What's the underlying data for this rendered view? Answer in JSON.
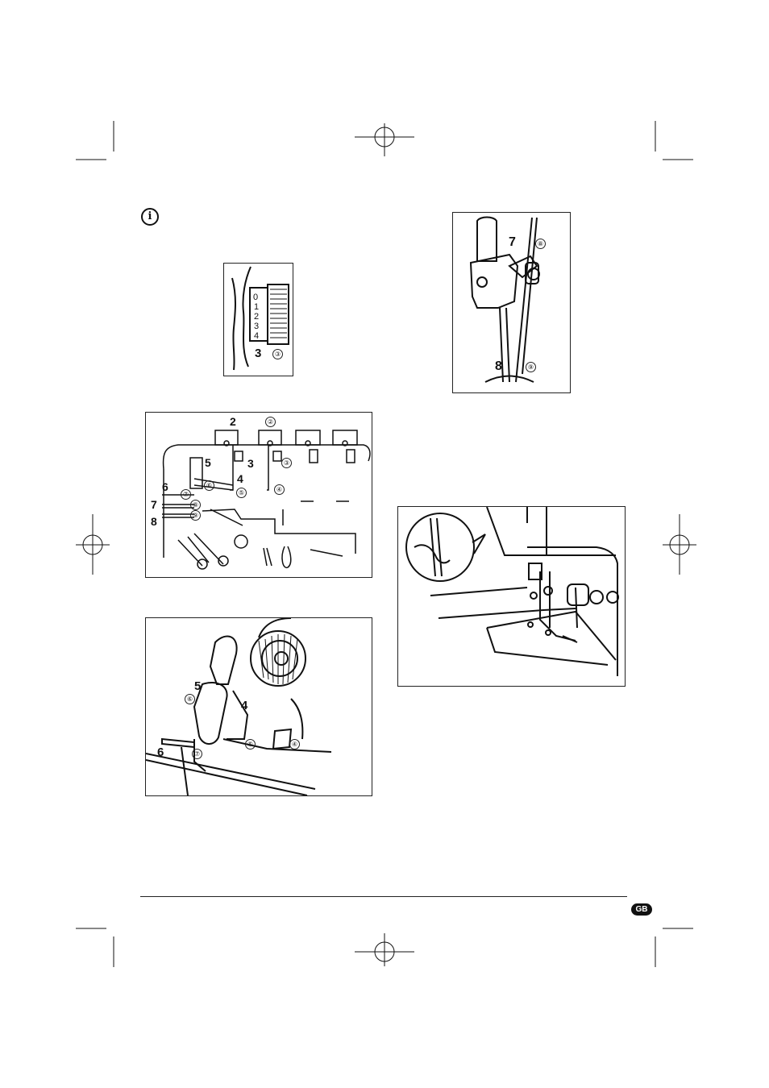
{
  "page": {
    "info_icon": "info-icon",
    "lang_badge": "GB"
  },
  "fig_dial": {
    "numbers": [
      "0",
      "1",
      "2",
      "3",
      "4"
    ],
    "callout_num": "3",
    "callout_circ": "③"
  },
  "fig_diagram": {
    "labels": {
      "n2": "2",
      "c2": "②",
      "n3": "3",
      "c3": "③",
      "n4": "4",
      "c4": "④",
      "n5": "5",
      "c5": "⑤",
      "n5b": "5",
      "c6": "⑥",
      "n6": "6",
      "c7": "⑦",
      "n7": "7",
      "c8": "⑧",
      "n8": "8",
      "c9": "⑨"
    }
  },
  "fig_needle": {
    "labels": {
      "n7": "7",
      "c8": "⑧",
      "n8": "8",
      "c9": "⑨"
    }
  },
  "fig_lower": {
    "labels": {
      "n5": "5",
      "c6": "⑥",
      "n4": "4",
      "c5": "⑤",
      "c4": "④",
      "n6": "6",
      "c7": "⑦"
    }
  }
}
